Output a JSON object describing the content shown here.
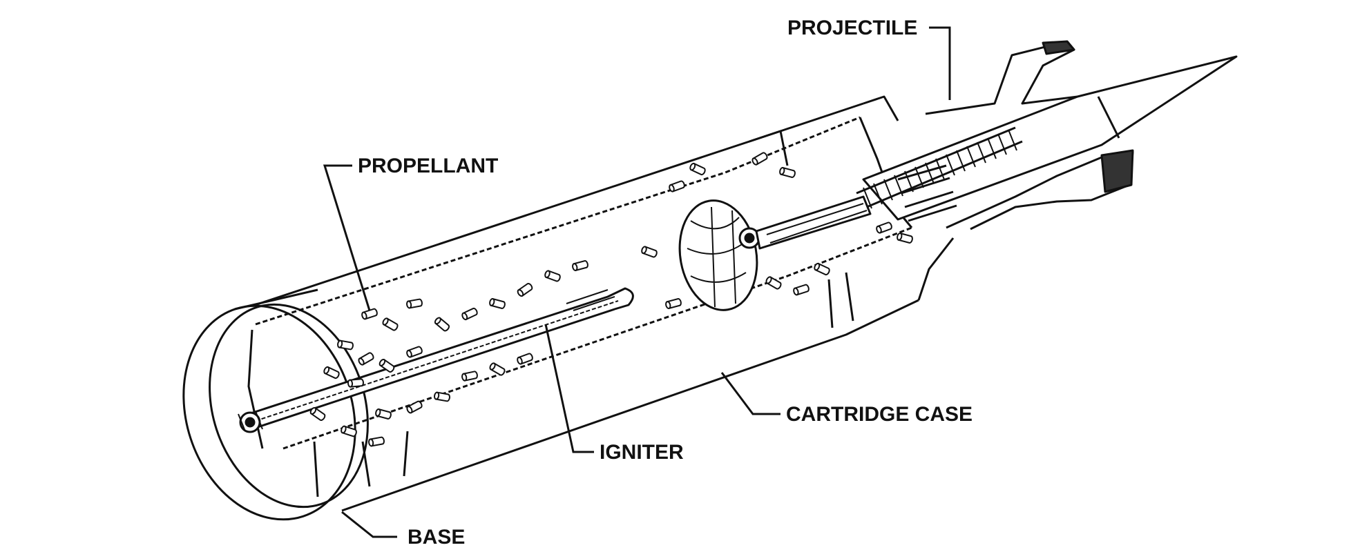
{
  "labels": {
    "projectile": "PROJECTILE",
    "propellant": "PROPELLANT",
    "cartridge_case": "CARTRIDGE CASE",
    "igniter": "IGNITER",
    "base": "BASE"
  },
  "colors": {
    "ink": "#111111",
    "paper": "#ffffff"
  }
}
